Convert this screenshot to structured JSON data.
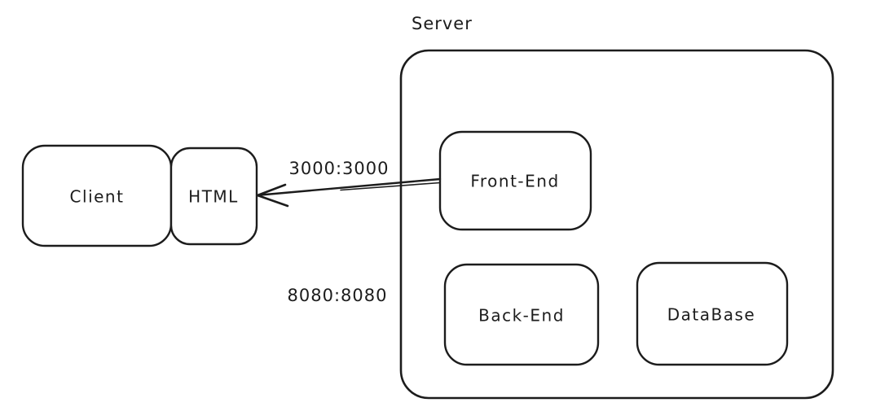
{
  "diagram": {
    "server_group": {
      "label": "Server"
    },
    "nodes": {
      "client": {
        "label": "Client"
      },
      "html": {
        "label": "HTML"
      },
      "front_end": {
        "label": "Front-End"
      },
      "back_end": {
        "label": "Back-End"
      },
      "database": {
        "label": "DataBase"
      }
    },
    "connections": {
      "front_end_to_html": {
        "label": "3000:3000",
        "from": "Front-End",
        "to": "HTML",
        "arrow_direction": "left"
      },
      "port_mapping_8080": {
        "label": "8080:8080"
      }
    },
    "colors": {
      "stroke": "#1c1c1c",
      "background": "#ffffff"
    }
  }
}
